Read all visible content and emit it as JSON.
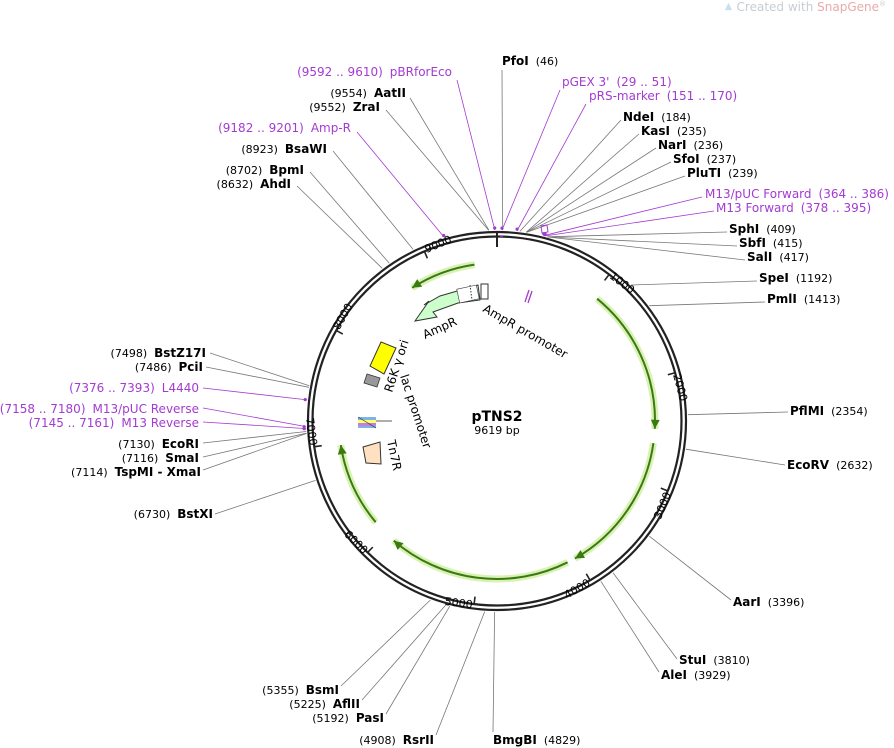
{
  "watermark": {
    "prefix": "Created with ",
    "brand": "SnapGene",
    "reg": "®"
  },
  "plasmid": {
    "name": "pTNS2",
    "length": "9619 bp",
    "length_bp": 9619
  },
  "ticks": [
    {
      "pos": 1000,
      "label": "1000"
    },
    {
      "pos": 2000,
      "label": "2000"
    },
    {
      "pos": 3000,
      "label": "3000"
    },
    {
      "pos": 4000,
      "label": "4000"
    },
    {
      "pos": 5000,
      "label": "5000"
    },
    {
      "pos": 6000,
      "label": "6000"
    },
    {
      "pos": 7000,
      "label": "7000"
    },
    {
      "pos": 8000,
      "label": "8000"
    },
    {
      "pos": 9000,
      "label": "9000"
    }
  ],
  "sites": [
    {
      "name": "PfoI",
      "pos": "(46)",
      "bp": 46,
      "kind": "enzyme"
    },
    {
      "name": "pGEX 3'",
      "pos": "(29 .. 51)",
      "bp": 40,
      "kind": "primer"
    },
    {
      "name": "pRS-marker",
      "pos": "(151 .. 170)",
      "bp": 160,
      "kind": "primer"
    },
    {
      "name": "NdeI",
      "pos": "(184)",
      "bp": 184,
      "kind": "enzyme"
    },
    {
      "name": "KasI",
      "pos": "(235)",
      "bp": 235,
      "kind": "enzyme"
    },
    {
      "name": "NarI",
      "pos": "(236)",
      "bp": 236,
      "kind": "enzyme"
    },
    {
      "name": "SfoI",
      "pos": "(237)",
      "bp": 237,
      "kind": "enzyme"
    },
    {
      "name": "PluTI",
      "pos": "(239)",
      "bp": 239,
      "kind": "enzyme"
    },
    {
      "name": "M13/pUC Forward",
      "pos": "(364 .. 386)",
      "bp": 375,
      "kind": "primer"
    },
    {
      "name": "M13 Forward",
      "pos": "(378 .. 395)",
      "bp": 386,
      "kind": "primer"
    },
    {
      "name": "SphI",
      "pos": "(409)",
      "bp": 409,
      "kind": "enzyme"
    },
    {
      "name": "SbfI",
      "pos": "(415)",
      "bp": 415,
      "kind": "enzyme"
    },
    {
      "name": "SalI",
      "pos": "(417)",
      "bp": 417,
      "kind": "enzyme"
    },
    {
      "name": "SpeI",
      "pos": "(1192)",
      "bp": 1192,
      "kind": "enzyme"
    },
    {
      "name": "PmlI",
      "pos": "(1413)",
      "bp": 1413,
      "kind": "enzyme"
    },
    {
      "name": "PflMI",
      "pos": "(2354)",
      "bp": 2354,
      "kind": "enzyme"
    },
    {
      "name": "EcoRV",
      "pos": "(2632)",
      "bp": 2632,
      "kind": "enzyme"
    },
    {
      "name": "AarI",
      "pos": "(3396)",
      "bp": 3396,
      "kind": "enzyme"
    },
    {
      "name": "StuI",
      "pos": "(3810)",
      "bp": 3810,
      "kind": "enzyme"
    },
    {
      "name": "AleI",
      "pos": "(3929)",
      "bp": 3929,
      "kind": "enzyme"
    },
    {
      "name": "BmgBI",
      "pos": "(4829)",
      "bp": 4829,
      "kind": "enzyme"
    },
    {
      "name": "RsrII",
      "pos": "(4908)",
      "bp": 4908,
      "kind": "enzyme"
    },
    {
      "name": "PasI",
      "pos": "(5192)",
      "bp": 5192,
      "kind": "enzyme"
    },
    {
      "name": "AflII",
      "pos": "(5225)",
      "bp": 5225,
      "kind": "enzyme"
    },
    {
      "name": "BsmI",
      "pos": "(5355)",
      "bp": 5355,
      "kind": "enzyme"
    },
    {
      "name": "BstXI",
      "pos": "(6730)",
      "bp": 6730,
      "kind": "enzyme"
    },
    {
      "name": "TspMI - XmaI",
      "pos": "(7114)",
      "bp": 7114,
      "kind": "enzyme"
    },
    {
      "name": "SmaI",
      "pos": "(7116)",
      "bp": 7116,
      "kind": "enzyme"
    },
    {
      "name": "EcoRI",
      "pos": "(7130)",
      "bp": 7130,
      "kind": "enzyme"
    },
    {
      "name": "M13 Reverse",
      "pos": "(7145 .. 7161)",
      "bp": 7153,
      "kind": "primer"
    },
    {
      "name": "M13/pUC Reverse",
      "pos": "(7158 .. 7180)",
      "bp": 7169,
      "kind": "primer"
    },
    {
      "name": "L4440",
      "pos": "(7376 .. 7393)",
      "bp": 7384,
      "kind": "primer"
    },
    {
      "name": "PciI",
      "pos": "(7486)",
      "bp": 7486,
      "kind": "enzyme"
    },
    {
      "name": "BstZ17I",
      "pos": "(7498)",
      "bp": 7498,
      "kind": "enzyme"
    },
    {
      "name": "AhdI",
      "pos": "(8632)",
      "bp": 8632,
      "kind": "enzyme"
    },
    {
      "name": "BpmI",
      "pos": "(8702)",
      "bp": 8702,
      "kind": "enzyme"
    },
    {
      "name": "BsaWI",
      "pos": "(8923)",
      "bp": 8923,
      "kind": "enzyme"
    },
    {
      "name": "Amp-R",
      "pos": "(9182 .. 9201)",
      "bp": 9191,
      "kind": "primer"
    },
    {
      "name": "ZraI",
      "pos": "(9552)",
      "bp": 9552,
      "kind": "enzyme"
    },
    {
      "name": "AatII",
      "pos": "(9554)",
      "bp": 9554,
      "kind": "enzyme"
    },
    {
      "name": "pBRforEco",
      "pos": "(9592 .. 9610)",
      "bp": 9601,
      "kind": "primer"
    }
  ],
  "features": [
    {
      "name": "AmpR",
      "kind": "gene",
      "color": "#ccffcc"
    },
    {
      "name": "AmpR promoter",
      "kind": "promoter",
      "color": "#ffffff"
    },
    {
      "name": "R6K γ ori",
      "kind": "origin",
      "color": "#ffff00"
    },
    {
      "name": "lac promoter",
      "kind": "promoter",
      "color": "#ffffff"
    },
    {
      "name": "Tn7R",
      "kind": "misc",
      "color": "#ffe0c0"
    }
  ],
  "colors": {
    "backbone": "#222222",
    "orf": "#3a7a12",
    "orf_glow": "#d9f2b4",
    "primer": "#a33bd1"
  }
}
